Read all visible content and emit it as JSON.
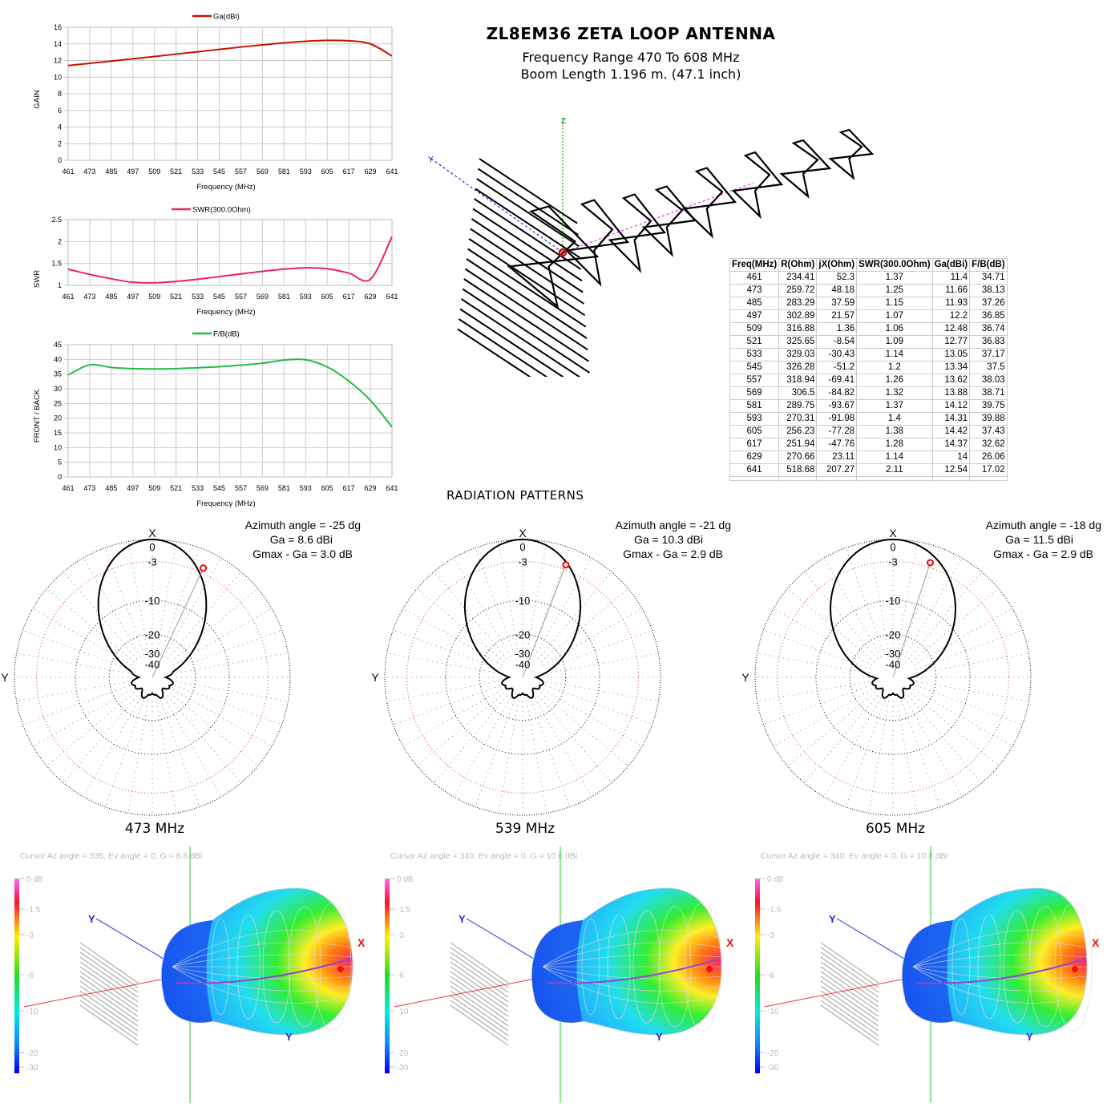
{
  "title": "ZL8EM36  ZETA LOOP  ANTENNA",
  "subtitle1": "Frequency Range 470 To 608 MHz",
  "subtitle2": "Boom Length 1.196 m. (47.1 inch)",
  "radiation_title": "RADIATION  PATTERNS",
  "antenna_axes": {
    "z": "Z",
    "y": "Y"
  },
  "table": {
    "headers": [
      "Freq(MHz)",
      "R(Ohm)",
      "jX(Ohm)",
      "SWR(300.0Ohm)",
      "Ga(dBi)",
      "F/B(dB)"
    ],
    "rows": [
      [
        "461",
        "234.41",
        "52.3",
        "1.37",
        "11.4",
        "34.71"
      ],
      [
        "473",
        "259.72",
        "48.18",
        "1.25",
        "11.66",
        "38.13"
      ],
      [
        "485",
        "283.29",
        "37.59",
        "1.15",
        "11.93",
        "37.26"
      ],
      [
        "497",
        "302.89",
        "21.57",
        "1.07",
        "12.2",
        "36.85"
      ],
      [
        "509",
        "316.88",
        "1.36",
        "1.06",
        "12.48",
        "36.74"
      ],
      [
        "521",
        "325.65",
        "-8.54",
        "1.09",
        "12.77",
        "36.83"
      ],
      [
        "533",
        "329.03",
        "-30.43",
        "1.14",
        "13.05",
        "37.17"
      ],
      [
        "545",
        "326.28",
        "-51.2",
        "1.2",
        "13.34",
        "37.5"
      ],
      [
        "557",
        "318.94",
        "-69.41",
        "1.26",
        "13.62",
        "38.03"
      ],
      [
        "569",
        "306.5",
        "-84.82",
        "1.32",
        "13.88",
        "38.71"
      ],
      [
        "581",
        "289.75",
        "-93.67",
        "1.37",
        "14.12",
        "39.75"
      ],
      [
        "593",
        "270.31",
        "-91.98",
        "1.4",
        "14.31",
        "39.88"
      ],
      [
        "605",
        "256.23",
        "-77.28",
        "1.38",
        "14.42",
        "37.43"
      ],
      [
        "617",
        "251.94",
        "-47.76",
        "1.28",
        "14.37",
        "32.62"
      ],
      [
        "629",
        "270.66",
        "23.11",
        "1.14",
        "14",
        "26.06"
      ],
      [
        "641",
        "518.68",
        "207.27",
        "2.11",
        "12.54",
        "17.02"
      ]
    ]
  },
  "chart_data": [
    {
      "type": "line",
      "legend": "Ga(dBi)",
      "ylabel": "GAIN",
      "xlabel": "Frequency (MHz)",
      "color": "#cc1100",
      "x": [
        461,
        473,
        485,
        497,
        509,
        521,
        533,
        545,
        557,
        569,
        581,
        593,
        605,
        617,
        629,
        641
      ],
      "y": [
        11.4,
        11.66,
        11.93,
        12.2,
        12.48,
        12.77,
        13.05,
        13.34,
        13.62,
        13.88,
        14.12,
        14.31,
        14.42,
        14.37,
        14,
        12.54
      ],
      "ylim": [
        0,
        16
      ],
      "yticks": [
        "0",
        "2",
        "4",
        "6",
        "8",
        "10",
        "12",
        "14",
        "16"
      ],
      "grid": true,
      "legend_position": "top"
    },
    {
      "type": "line",
      "legend": "SWR(300.0Ohm)",
      "ylabel": "SWR",
      "xlabel": "Frequency (MHz)",
      "color": "#ee2255",
      "x": [
        461,
        473,
        485,
        497,
        509,
        521,
        533,
        545,
        557,
        569,
        581,
        593,
        605,
        617,
        629,
        641
      ],
      "y": [
        1.37,
        1.25,
        1.15,
        1.07,
        1.06,
        1.09,
        1.14,
        1.2,
        1.26,
        1.32,
        1.37,
        1.4,
        1.38,
        1.28,
        1.14,
        2.11
      ],
      "ylim": [
        1,
        2.5
      ],
      "yticks": [
        "1",
        "1.5",
        "2",
        "2.5"
      ],
      "grid": true,
      "legend_position": "top"
    },
    {
      "type": "line",
      "legend": "F/B(dB)",
      "ylabel": "FRONT / BACK",
      "xlabel": "Frequency (MHz)",
      "color": "#22bb44",
      "x": [
        461,
        473,
        485,
        497,
        509,
        521,
        533,
        545,
        557,
        569,
        581,
        593,
        605,
        617,
        629,
        641
      ],
      "y": [
        34.71,
        38.13,
        37.26,
        36.85,
        36.74,
        36.83,
        37.17,
        37.5,
        38.03,
        38.71,
        39.75,
        39.88,
        37.43,
        32.62,
        26.06,
        17.02
      ],
      "ylim": [
        0,
        45
      ],
      "yticks": [
        "0",
        "5",
        "10",
        "15",
        "20",
        "25",
        "30",
        "35",
        "40",
        "45"
      ],
      "grid": true,
      "legend_position": "top"
    }
  ],
  "xticks": [
    "461",
    "473",
    "485",
    "497",
    "509",
    "521",
    "533",
    "545",
    "557",
    "569",
    "581",
    "593",
    "605",
    "617",
    "629",
    "641"
  ],
  "polar": [
    {
      "freq": "473 MHz",
      "az": "Azimuth angle = -25 dg",
      "ga": "Ga = 8.6 dBi",
      "gmax": "Gmax - Ga = 3.0 dB",
      "cursor_deg": -25
    },
    {
      "freq": "539 MHz",
      "az": "Azimuth angle = -21 dg",
      "ga": "Ga = 10.3 dBi",
      "gmax": "Gmax - Ga = 2.9 dB",
      "cursor_deg": -21
    },
    {
      "freq": "605 MHz",
      "az": "Azimuth angle = -18 dg",
      "ga": "Ga = 11.5 dBi",
      "gmax": "Gmax - Ga = 2.9 dB",
      "cursor_deg": -18
    }
  ],
  "polar_labels": {
    "x": "X",
    "y": "Y",
    "rings": [
      "0",
      "-3",
      "-10",
      "-20",
      "-30",
      "-40"
    ]
  },
  "pattern3d": [
    {
      "cursor": "Cursor Az angle = 335,  Ev angle = 0.  G = 8.6 dBi"
    },
    {
      "cursor": "Cursor Az angle = 340,  Ev angle = 0.  G = 10.6 dBi"
    },
    {
      "cursor": "Cursor Az angle = 340,  Ev angle = 0.  G = 10.8 dBi"
    }
  ],
  "colorbar": [
    "0 dB",
    "-1.5",
    "-3",
    "-6",
    "-10",
    "-20",
    "-30"
  ],
  "axis3d": {
    "x": "X",
    "y": "Y"
  }
}
